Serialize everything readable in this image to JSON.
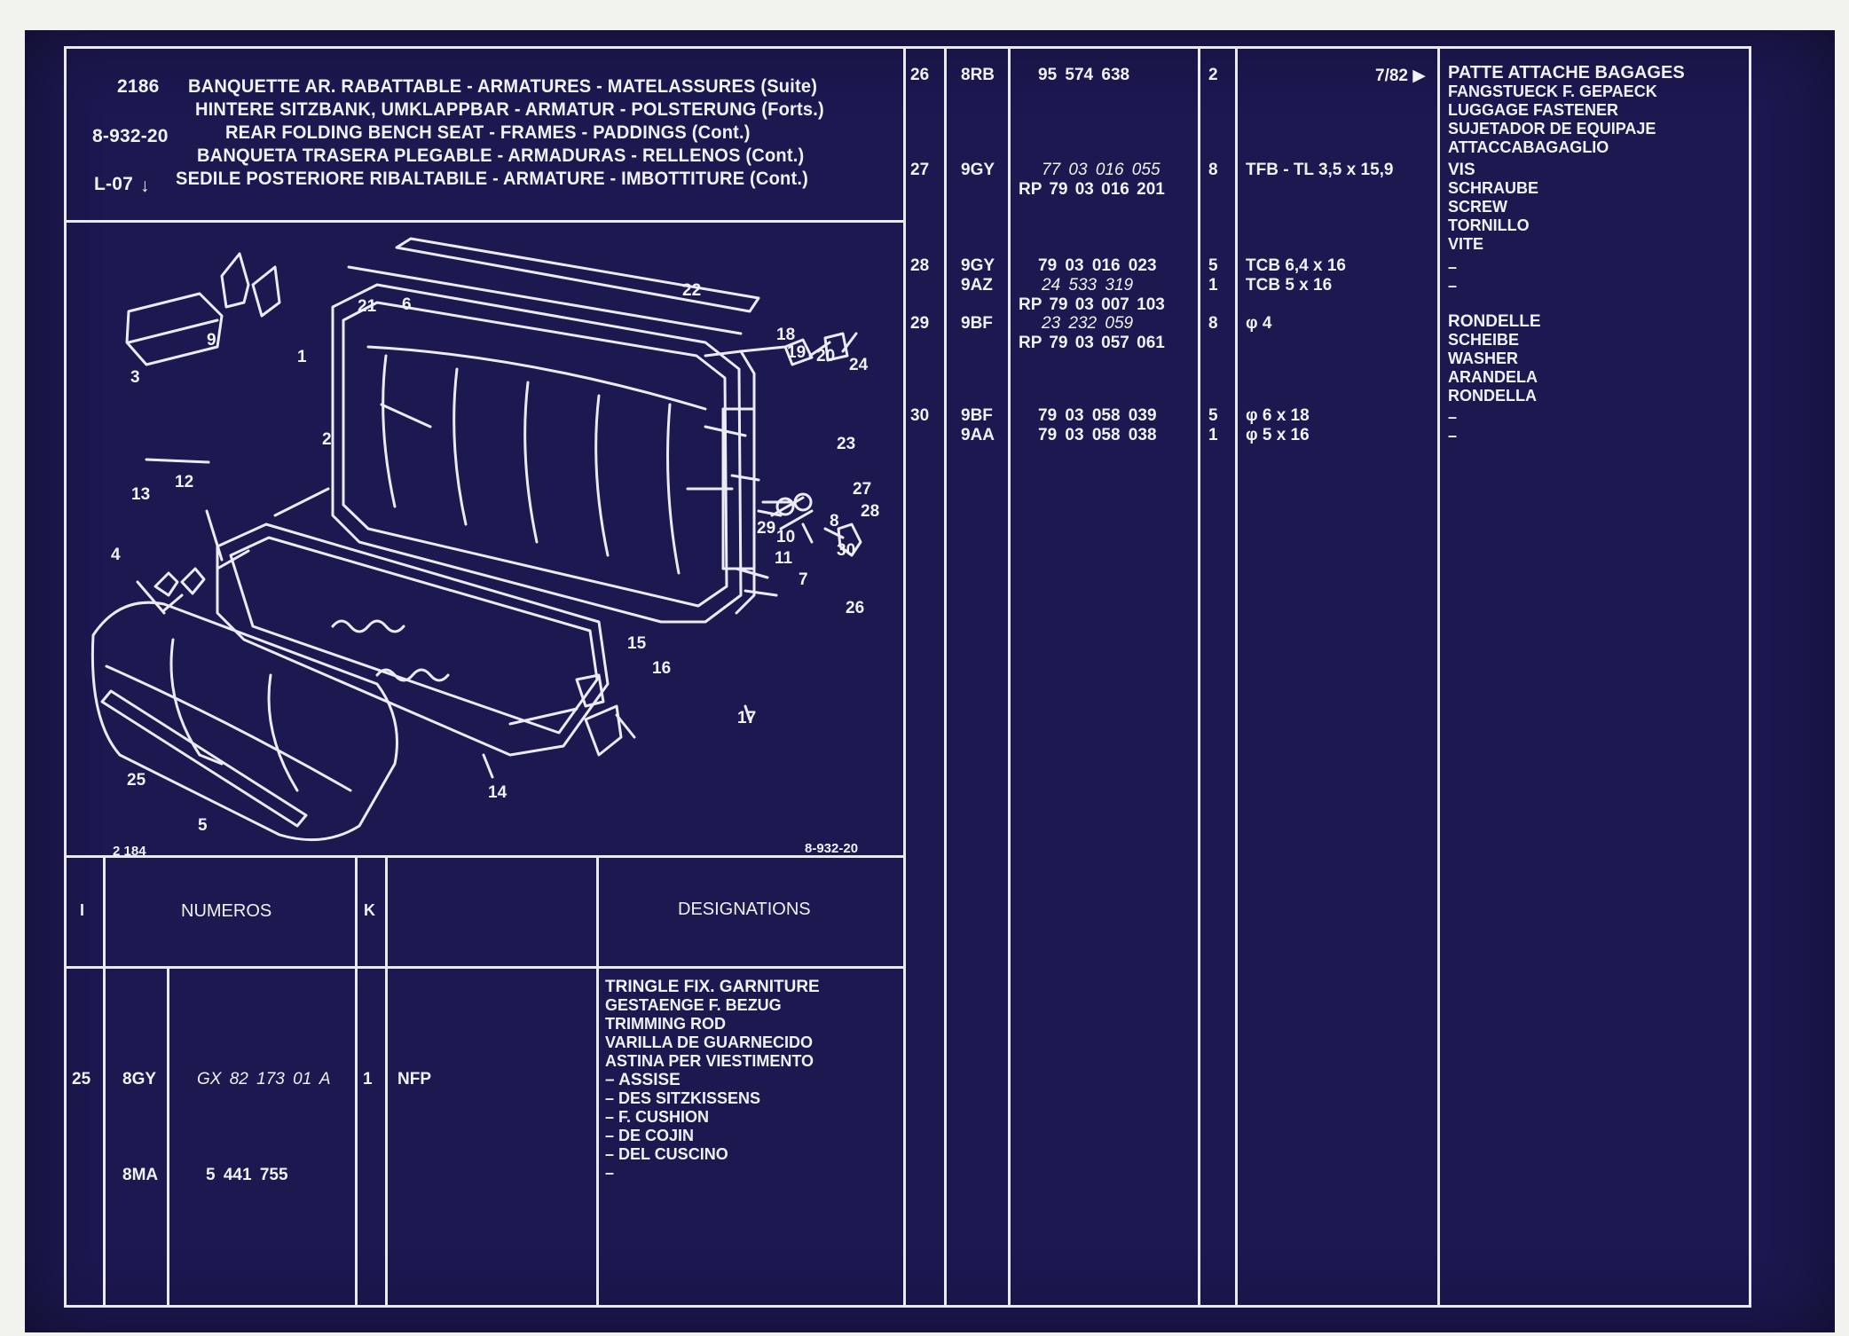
{
  "header": {
    "page_no": "2186",
    "ref_no": "8-932-20",
    "section": "L-07",
    "arrow": "↓",
    "titles": [
      "BANQUETTE AR. RABATTABLE - ARMATURES - MATELASSURES (Suite)",
      "HINTERE SITZBANK, UMKLAPPBAR - ARMATUR - POLSTERUNG (Forts.)",
      "REAR FOLDING BENCH SEAT - FRAMES - PADDINGS (Cont.)",
      "BANQUETA TRASERA PLEGABLE - ARMADURAS - RELLENOS (Cont.)",
      "SEDILE POSTERIORE RIBALTABILE - ARMATURE - IMBOTTITURE (Cont.)"
    ]
  },
  "diagram": {
    "fig_left": "2 184",
    "fig_right": "8-932-20",
    "callouts": [
      "1",
      "2",
      "3",
      "4",
      "5",
      "6",
      "7",
      "8",
      "9",
      "10",
      "11",
      "12",
      "13",
      "14",
      "15",
      "16",
      "17",
      "18",
      "19",
      "20",
      "21",
      "22",
      "23",
      "24",
      "25",
      "26",
      "27",
      "28",
      "29",
      "30"
    ]
  },
  "table_header": {
    "col_index": "I",
    "col_numbers": "NUMEROS",
    "col_k": "K",
    "col_designations": "DESIGNATIONS"
  },
  "left_rows": [
    {
      "item": "25",
      "variants": [
        {
          "code": "8GY",
          "number": "GX 82 173 01 A",
          "qty": "1",
          "ref": "NFP"
        },
        {
          "code": "8MA",
          "number": "5 441 755",
          "qty": "",
          "ref": ""
        }
      ],
      "designation": [
        "TRINGLE FIX. GARNITURE",
        "GESTAENGE F. BEZUG",
        "TRIMMING ROD",
        "VARILLA DE GUARNECIDO",
        "ASTINA PER VIESTIMENTO",
        "– ASSISE",
        "– DES SITZKISSENS",
        "– F. CUSHION",
        "– DE COJIN",
        "– DEL CUSCINO",
        "–"
      ]
    }
  ],
  "right_rows": [
    {
      "item": "26",
      "codes": [
        "8RB"
      ],
      "numbers": [
        "95 574 638"
      ],
      "qtys": [
        "2"
      ],
      "refs": [
        ""
      ],
      "date": "7/82 ▶",
      "designation": [
        "PATTE ATTACHE BAGAGES",
        "FANGSTUECK F. GEPAECK",
        "LUGGAGE FASTENER",
        "SUJETADOR DE EQUIPAJE",
        "ATTACCABAGAGLIO"
      ]
    },
    {
      "item": "27",
      "codes": [
        "9GY"
      ],
      "numbers": [
        "77 03 016 055",
        "RP 79 03 016 201"
      ],
      "qtys": [
        "8"
      ],
      "refs": [
        "TFB - TL 3,5 x 15,9"
      ],
      "date": "",
      "designation": [
        "VIS",
        "SCHRAUBE",
        "SCREW",
        "TORNILLO",
        "VITE"
      ]
    },
    {
      "item": "28",
      "codes": [
        "9GY",
        "9AZ"
      ],
      "numbers": [
        "79 03 016 023",
        "24 533 319",
        "RP 79 03 007 103"
      ],
      "qtys": [
        "5",
        "1"
      ],
      "refs": [
        "TCB 6,4 x 16",
        "TCB 5 x 16"
      ],
      "date": "",
      "designation": [
        "–",
        "–"
      ]
    },
    {
      "item": "29",
      "codes": [
        "9BF"
      ],
      "numbers": [
        "23 232 059",
        "RP 79 03 057 061"
      ],
      "qtys": [
        "8"
      ],
      "refs": [
        "φ 4"
      ],
      "date": "",
      "designation": [
        "RONDELLE",
        "SCHEIBE",
        "WASHER",
        "ARANDELA",
        "RONDELLA"
      ]
    },
    {
      "item": "30",
      "codes": [
        "9BF",
        "9AA"
      ],
      "numbers": [
        "79 03 058 039",
        "79 03 058 038"
      ],
      "qtys": [
        "5",
        "1"
      ],
      "refs": [
        "φ 6 x 18",
        "φ 5 x 16"
      ],
      "date": "",
      "designation": [
        "–",
        "–"
      ]
    }
  ]
}
